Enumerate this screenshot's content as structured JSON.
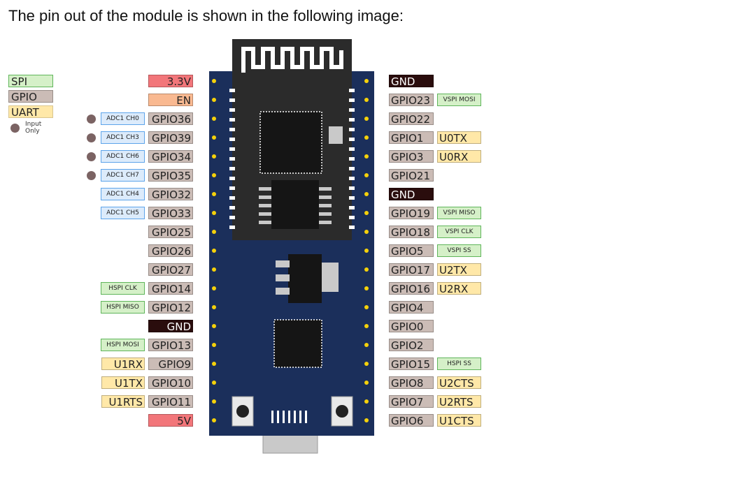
{
  "heading": "The pin out of the module is shown in the following image:",
  "legend": {
    "spi": "SPI",
    "gpio": "GPIO",
    "uart": "UART",
    "input_only_line1": "Input",
    "input_only_line2": "Only"
  },
  "left_pins": [
    {
      "label": "3.3V",
      "kind": "red",
      "tag": "",
      "tag_kind": "",
      "input_only": false
    },
    {
      "label": "EN",
      "kind": "en",
      "tag": "",
      "tag_kind": "",
      "input_only": false
    },
    {
      "label": "GPIO36",
      "kind": "gpio",
      "tag": "ADC1 CH0",
      "tag_kind": "adc",
      "input_only": true
    },
    {
      "label": "GPIO39",
      "kind": "gpio",
      "tag": "ADC1 CH3",
      "tag_kind": "adc",
      "input_only": true
    },
    {
      "label": "GPIO34",
      "kind": "gpio",
      "tag": "ADC1 CH6",
      "tag_kind": "adc",
      "input_only": true
    },
    {
      "label": "GPIO35",
      "kind": "gpio",
      "tag": "ADC1 CH7",
      "tag_kind": "adc",
      "input_only": true
    },
    {
      "label": "GPIO32",
      "kind": "gpio",
      "tag": "ADC1 CH4",
      "tag_kind": "adc",
      "input_only": false
    },
    {
      "label": "GPIO33",
      "kind": "gpio",
      "tag": "ADC1 CH5",
      "tag_kind": "adc",
      "input_only": false
    },
    {
      "label": "GPIO25",
      "kind": "gpio",
      "tag": "",
      "tag_kind": "",
      "input_only": false
    },
    {
      "label": "GPIO26",
      "kind": "gpio",
      "tag": "",
      "tag_kind": "",
      "input_only": false
    },
    {
      "label": "GPIO27",
      "kind": "gpio",
      "tag": "",
      "tag_kind": "",
      "input_only": false
    },
    {
      "label": "GPIO14",
      "kind": "gpio",
      "tag": "HSPI CLK",
      "tag_kind": "spi",
      "input_only": false
    },
    {
      "label": "GPIO12",
      "kind": "gpio",
      "tag": "HSPI MISO",
      "tag_kind": "spi",
      "input_only": false
    },
    {
      "label": "GND",
      "kind": "gnd",
      "tag": "",
      "tag_kind": "",
      "input_only": false
    },
    {
      "label": "GPIO13",
      "kind": "gpio",
      "tag": "HSPI MOSI",
      "tag_kind": "spi",
      "input_only": false
    },
    {
      "label": "GPIO9",
      "kind": "gpio",
      "tag": "U1RX",
      "tag_kind": "uart",
      "input_only": false
    },
    {
      "label": "GPIO10",
      "kind": "gpio",
      "tag": "U1TX",
      "tag_kind": "uart",
      "input_only": false
    },
    {
      "label": "GPIO11",
      "kind": "gpio",
      "tag": "U1RTS",
      "tag_kind": "uart",
      "input_only": false
    },
    {
      "label": "5V",
      "kind": "red",
      "tag": "",
      "tag_kind": "",
      "input_only": false
    }
  ],
  "right_pins": [
    {
      "label": "GND",
      "kind": "gnd",
      "tag": "",
      "tag_kind": ""
    },
    {
      "label": "GPIO23",
      "kind": "gpio",
      "tag": "VSPI MOSI",
      "tag_kind": "spi"
    },
    {
      "label": "GPIO22",
      "kind": "gpio",
      "tag": "",
      "tag_kind": ""
    },
    {
      "label": "GPIO1",
      "kind": "gpio",
      "tag": "U0TX",
      "tag_kind": "uart"
    },
    {
      "label": "GPIO3",
      "kind": "gpio",
      "tag": "U0RX",
      "tag_kind": "uart"
    },
    {
      "label": "GPIO21",
      "kind": "gpio",
      "tag": "",
      "tag_kind": ""
    },
    {
      "label": "GND",
      "kind": "gnd",
      "tag": "",
      "tag_kind": ""
    },
    {
      "label": "GPIO19",
      "kind": "gpio",
      "tag": "VSPI MISO",
      "tag_kind": "spi"
    },
    {
      "label": "GPIO18",
      "kind": "gpio",
      "tag": "VSPI CLK",
      "tag_kind": "spi"
    },
    {
      "label": "GPIO5",
      "kind": "gpio",
      "tag": "VSPI SS",
      "tag_kind": "spi"
    },
    {
      "label": "GPIO17",
      "kind": "gpio",
      "tag": "U2TX",
      "tag_kind": "uart"
    },
    {
      "label": "GPIO16",
      "kind": "gpio",
      "tag": "U2RX",
      "tag_kind": "uart"
    },
    {
      "label": "GPIO4",
      "kind": "gpio",
      "tag": "",
      "tag_kind": ""
    },
    {
      "label": "GPIO0",
      "kind": "gpio",
      "tag": "",
      "tag_kind": ""
    },
    {
      "label": "GPIO2",
      "kind": "gpio",
      "tag": "",
      "tag_kind": ""
    },
    {
      "label": "GPIO15",
      "kind": "gpio",
      "tag": "HSPI SS",
      "tag_kind": "spi"
    },
    {
      "label": "GPIO8",
      "kind": "gpio",
      "tag": "U2CTS",
      "tag_kind": "uart"
    },
    {
      "label": "GPIO7",
      "kind": "gpio",
      "tag": "U2RTS",
      "tag_kind": "uart"
    },
    {
      "label": "GPIO6",
      "kind": "gpio",
      "tag": "U1CTS",
      "tag_kind": "uart"
    }
  ],
  "colors": {
    "board": "#1b2f5b",
    "module_shield": "#222222",
    "pin_dot": "#f5d10a",
    "gpio": "#cbbcb6",
    "power": "#f2767a",
    "enable": "#f9b991",
    "ground": "#2a0d0d",
    "uart": "#ffe8a8",
    "spi": "#d5f0c8",
    "adc": "#dcebfb",
    "input_only_marker": "#7b6363"
  }
}
